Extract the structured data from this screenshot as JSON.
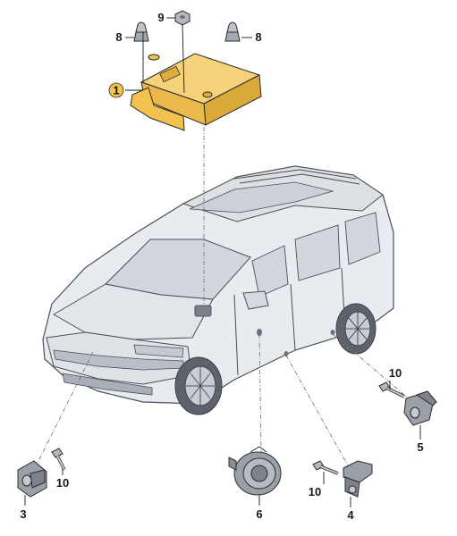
{
  "callouts": {
    "c1": "1",
    "c3": "3",
    "c4": "4",
    "c5": "5",
    "c6": "6",
    "c8a": "8",
    "c8b": "8",
    "c9": "9",
    "c10a": "10",
    "c10b": "10",
    "c10c": "10"
  },
  "colors": {
    "highlight_part": "#f2c14e",
    "vehicle_body": "#e8ebef",
    "part_grey": "#9aa0a8"
  },
  "icons": {
    "vehicle": "van-outline",
    "control_unit": "airbag-control-unit",
    "sensor": "crash-sensor",
    "bolt": "hex-bolt",
    "nut": "nut"
  }
}
